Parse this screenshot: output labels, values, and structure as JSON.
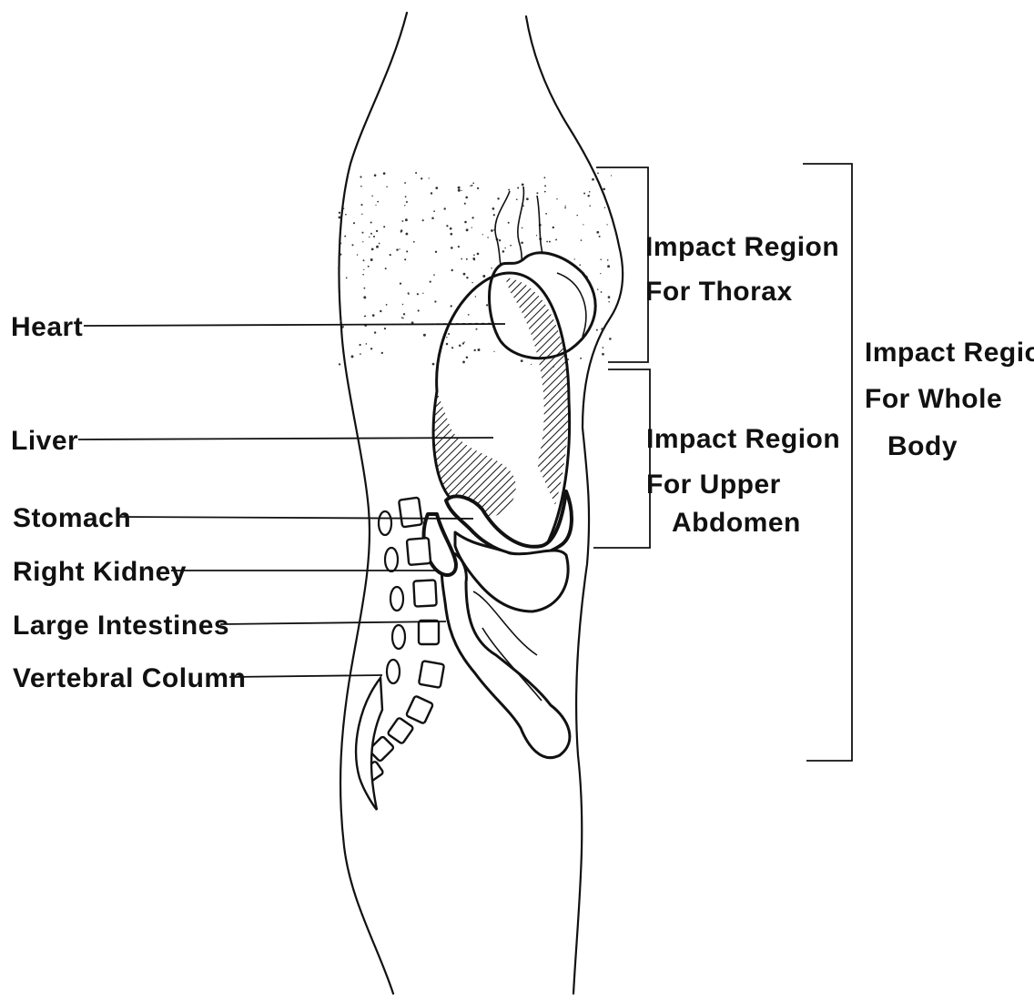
{
  "labels": {
    "heart": "Heart",
    "liver": "Liver",
    "stomach": "Stomach",
    "right_kidney": "Right Kidney",
    "large_intestines": "Large Intestines",
    "vertebral_column": "Vertebral Column"
  },
  "regions": {
    "thorax": [
      "Impact Region",
      "For Thorax"
    ],
    "upper_abdomen": [
      "Impact Region",
      "For Upper",
      "Abdomen"
    ],
    "whole_body": [
      "Impact Region",
      "For Whole",
      "Body"
    ]
  }
}
